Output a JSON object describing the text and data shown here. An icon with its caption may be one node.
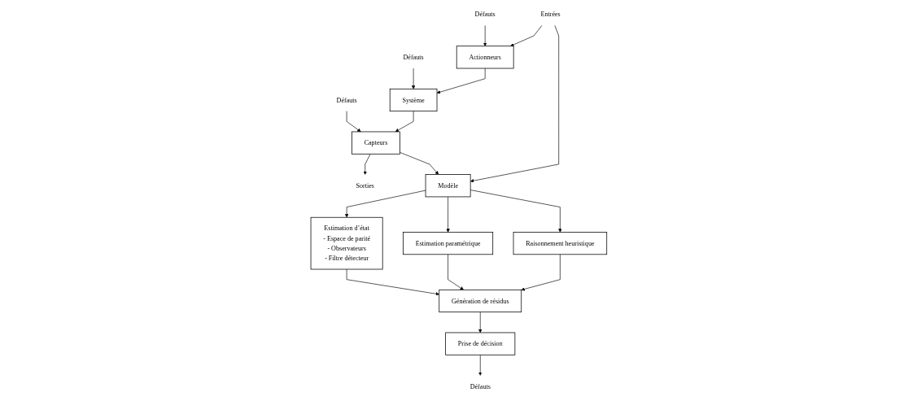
{
  "diagram": {
    "nodes": [
      {
        "text": [
          "Défauts"
        ]
      },
      {
        "text": [
          "Défauts"
        ]
      },
      {
        "text": [
          "Défauts"
        ]
      },
      {
        "text": [
          "Entrées"
        ]
      },
      {
        "text": [
          "Actionneurs"
        ]
      },
      {
        "text": [
          "Système"
        ]
      },
      {
        "text": [
          "Capteurs"
        ]
      },
      {
        "text": [
          "Sorties"
        ]
      },
      {
        "text": [
          "Modèle"
        ]
      },
      {
        "text": [
          "Estimation d’état",
          "- Espace de parité",
          "- Observateurs",
          "- Filtre détecteur"
        ]
      },
      {
        "text": [
          "Estimation paramétrique"
        ]
      },
      {
        "text": [
          "Raisonnement heuristique"
        ]
      },
      {
        "text": [
          "Génération de résidus"
        ]
      },
      {
        "text": [
          "Prise de décision"
        ]
      },
      {
        "text": [
          "Défauts"
        ]
      }
    ],
    "edges": [
      {
        "from": 0,
        "to": 4,
        "arrow": "to"
      },
      {
        "from": 1,
        "to": 5,
        "arrow": "to"
      },
      {
        "from": 2,
        "to": 6,
        "arrow": "to"
      },
      {
        "from": 3,
        "to": 4,
        "arrow": "to"
      },
      {
        "from": 4,
        "to": 5,
        "arrow": "to"
      },
      {
        "from": 5,
        "to": 6,
        "arrow": "to"
      },
      {
        "from": 6,
        "to": 7,
        "arrow": "to"
      },
      {
        "from": 3,
        "to": 8,
        "arrow": "to"
      },
      {
        "from": 6,
        "to": 8,
        "arrow": "to"
      },
      {
        "from": 8,
        "to": 9,
        "arrow": "to"
      },
      {
        "from": 8,
        "to": 10,
        "arrow": "to"
      },
      {
        "from": 8,
        "to": 11,
        "arrow": "to"
      },
      {
        "from": 9,
        "to": 12,
        "arrow": "to"
      },
      {
        "from": 10,
        "to": 12,
        "arrow": "to"
      },
      {
        "from": 11,
        "to": 12,
        "arrow": "to"
      },
      {
        "from": 12,
        "to": 13,
        "arrow": "to"
      },
      {
        "from": 13,
        "to": 14,
        "arrow": "to"
      }
    ]
  }
}
